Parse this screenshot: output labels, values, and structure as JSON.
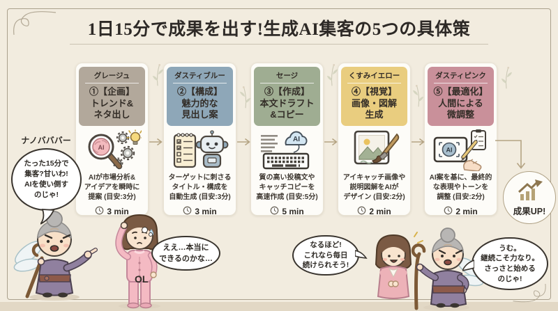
{
  "title": "1日15分で成果を出す!生成AI集客の5つの具体策",
  "palette": {
    "background": "#f2ecdf",
    "card": "#fdfcf8",
    "frame_line": "#aaa08c",
    "arrow": "#b4a383",
    "bubble_border": "#39342e"
  },
  "steps": [
    {
      "name": "グレージュ",
      "color": "#b2a89b",
      "title": "①【企画】\nトレンド&\nネタ出し",
      "desc": "AIが市場分析&\nアイデアを瞬時に\n提案 (目安:3分)",
      "time": "3 min",
      "icon": "ai-magnifier-ideas-icon"
    },
    {
      "name": "ダスティブルー",
      "color": "#8ea7b8",
      "title": "②【構成】\n魅力的な\n見出し案",
      "desc": "ターゲットに刺さる\nタイトル・構成を\n自動生成 (目安:3分)",
      "time": "3 min",
      "icon": "robot-checklist-icon"
    },
    {
      "name": "セージ",
      "color": "#9fad92",
      "title": "③【作成】\n本文ドラフト\n&コピー",
      "desc": "質の高い投稿文や\nキャッチコピーを\n高速作成 (目安:5分)",
      "time": "5 min",
      "icon": "ai-cloud-keyboard-icon"
    },
    {
      "name": "くすみイエロー",
      "color": "#e9cd7f",
      "title": "④【視覚】\n画像・図解\n生成",
      "desc": "アイキャッチ画像や\n説明図解をAIが\nデザイン (目安:2分)",
      "time": "2 min",
      "icon": "image-paintbrush-icon"
    },
    {
      "name": "ダスティピンク",
      "color": "#c9909a",
      "title": "⑤【最適化】\n人間による\n微調整",
      "desc": "AI案を基に、最終的\nな表現やトーンを\n調整 (目安:2分)",
      "time": "2 min",
      "icon": "tablet-hand-edit-icon"
    }
  ],
  "result": {
    "label": "成果UP!"
  },
  "characters": {
    "fairy": {
      "label": "ナノバババー",
      "bubble": "たった15分で\n集客?甘いわ!\nAIを使い倒す\nのじゃ!"
    },
    "ol": {
      "label": "OL",
      "bubble": "ええ…本当に\nできるのかな…"
    },
    "supporter": {
      "bubble": "なるほど!\nこれなら毎日\n続けられそう!"
    },
    "fairy_end": {
      "bubble": "うむ。\n継続こそ力なり。\nさっさと始める\nのじゃ!"
    }
  }
}
